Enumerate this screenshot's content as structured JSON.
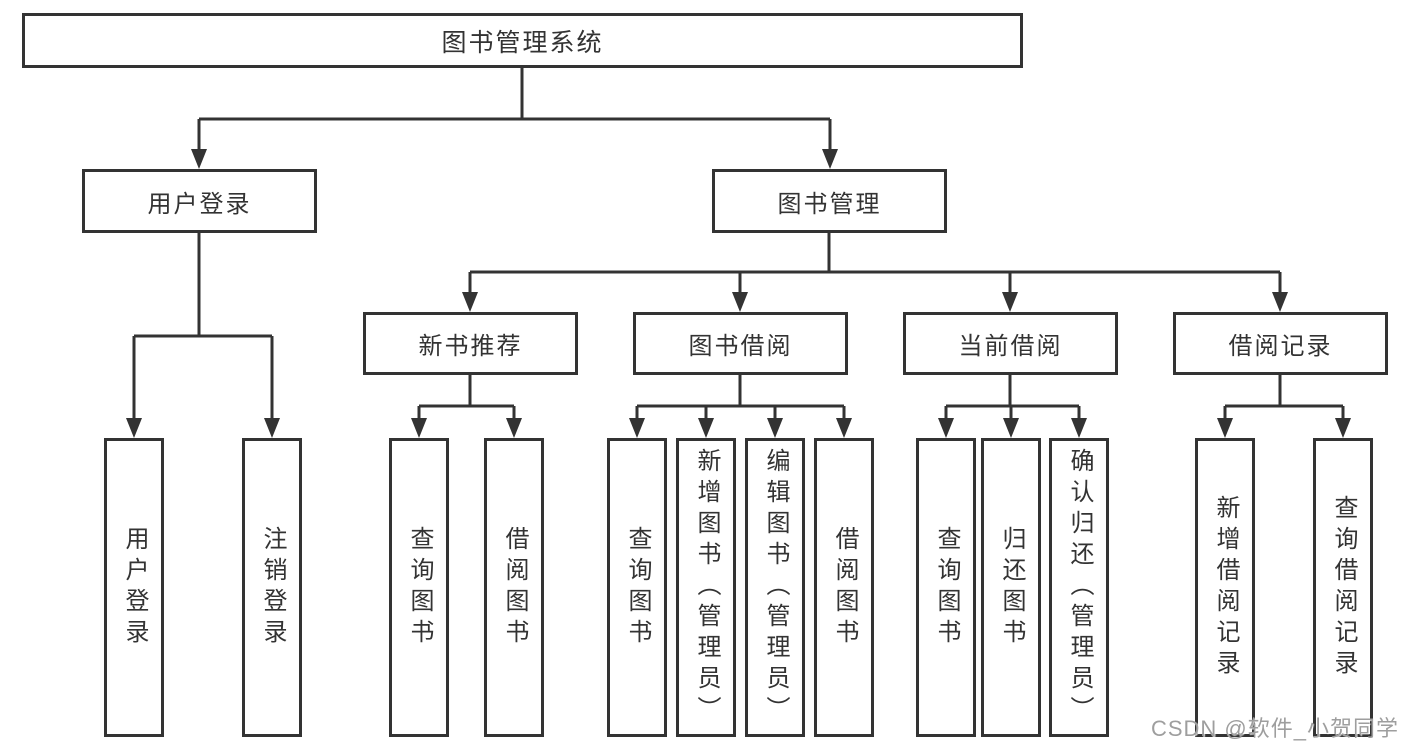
{
  "diagram": {
    "root_label": "图书管理系统",
    "level2": [
      {
        "label": "用户登录",
        "children": [
          "用户登录",
          "注销登录"
        ]
      },
      {
        "label": "图书管理"
      }
    ],
    "level3": [
      {
        "label": "新书推荐",
        "children": [
          "查询图书",
          "借阅图书"
        ]
      },
      {
        "label": "图书借阅",
        "children": [
          "查询图书",
          "新增图书（管理员）",
          "编辑图书（管理员）",
          "借阅图书"
        ]
      },
      {
        "label": "当前借阅",
        "children": [
          "查询图书",
          "归还图书",
          "确认归还（管理员）"
        ]
      },
      {
        "label": "借阅记录",
        "children": [
          "新增借阅记录",
          "查询借阅记录"
        ]
      }
    ]
  },
  "colors": {
    "line": "#333333",
    "box_border": "#333333",
    "text": "#333333",
    "watermark": "#9e9e9e",
    "background": "#ffffff"
  },
  "watermark": {
    "text": "CSDN @软件_小贺同学"
  }
}
